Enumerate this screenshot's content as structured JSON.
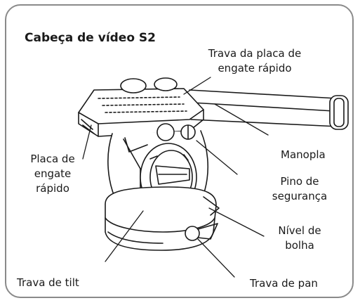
{
  "title": "Cabeça de vídeo S2",
  "labels": {
    "trava_placa": [
      "Trava da placa de",
      "engate rápido"
    ],
    "placa": [
      "Placa de",
      "engate",
      "rápido"
    ],
    "manopla": "Manopla",
    "pino": [
      "Pino de",
      "segurança"
    ],
    "nivel": [
      "Nível de",
      "bolha"
    ],
    "tilt": "Trava de tilt",
    "pan": "Trava de pan"
  },
  "colors": {
    "border": "#8a8a8a",
    "line": "#1a1a1a",
    "text": "#1a1a1a"
  }
}
